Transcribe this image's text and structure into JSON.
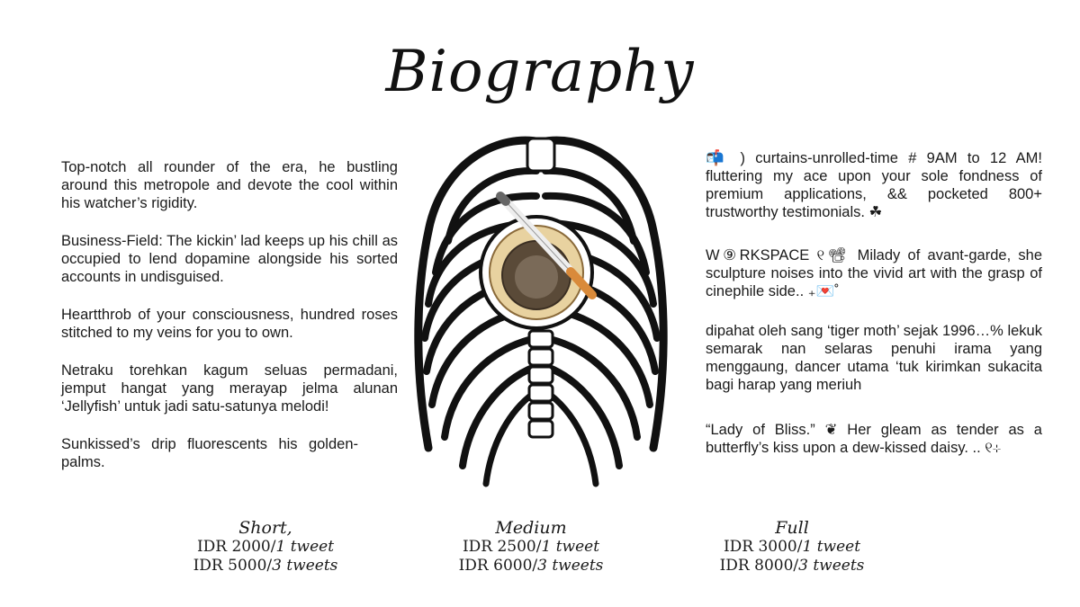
{
  "title": "Biography",
  "left_column": [
    "Top-notch all rounder of the era, he bustling around this metropole and devote the cool within his watcher’s rigidity.",
    "Business-Field:   The kickin’ lad keeps up his chill as occupied to lend dopamine alongside his sorted accounts in undisguised.",
    "Heartthrob of your consciousness, hundred roses stitched to my veins for you to own.",
    "Netraku torehkan kagum seluas permadani, jemput hangat yang merayap jelma alunan ‘Jellyfish’ untuk jadi satu-satunya melodi!",
    "Sunkissed’s drip fluorescents his golden-palms."
  ],
  "right_column": [
    "📬 ) curtains-unrolled-time # 9AM to 12 AM! fluttering my ace upon your sole fondness of premium applications, && pocketed 800+ trustworthy testimonials. ☘",
    "W⑨RKSPACE ୧📽 Milady of avant-garde, she sculpture noises into the vivid art with the grasp of cinephile side.. ₊💌˚",
    "dipahat oleh sang ‘tiger moth’ sejak 1996…% lekuk semarak nan selaras penuhi irama yang menggaung, dancer utama ‘tuk kirimkan sukacita bagi harap yang meriuh",
    "“Lady of Bliss.” ❦ Her gleam as tender as a butterfly’s kiss upon a dew-kissed daisy. .. ୧⊹"
  ],
  "pricing": [
    {
      "heading": "Short,",
      "lines": [
        {
          "price": "IDR 2000/",
          "unit": "1 tweet"
        },
        {
          "price": "IDR 5000/",
          "unit": "3 tweets"
        }
      ]
    },
    {
      "heading": "Medium",
      "lines": [
        {
          "price": "IDR 2500/",
          "unit": "1 tweet"
        },
        {
          "price": "IDR 6000/",
          "unit": "3 tweets"
        }
      ]
    },
    {
      "heading": "Full",
      "lines": [
        {
          "price": "IDR 3000/",
          "unit": "1 tweet"
        },
        {
          "price": "IDR 8000/",
          "unit": "3 tweets"
        }
      ]
    }
  ],
  "illustration": {
    "subject": "ribcage-with-coffee-cup-and-cigarette"
  }
}
